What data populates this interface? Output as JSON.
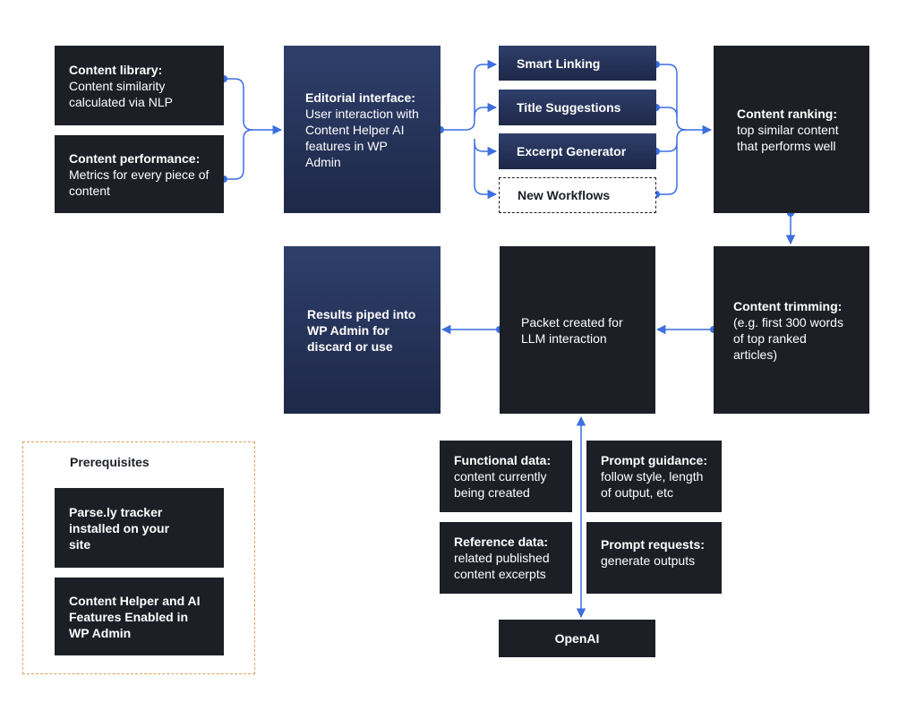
{
  "nodes": {
    "content_library": {
      "title": "Content library:",
      "desc": "Content similarity calculated via NLP"
    },
    "content_performance": {
      "title": "Content performance:",
      "desc": "Metrics for every piece of content"
    },
    "editorial_interface": {
      "title": "Editorial interface:",
      "desc": "User interaction with Content Helper AI features in WP Admin"
    },
    "smart_linking": {
      "label": "Smart Linking"
    },
    "title_suggestions": {
      "label": "Title Suggestions"
    },
    "excerpt_generator": {
      "label": "Excerpt Generator"
    },
    "new_workflows": {
      "label": "New Workflows"
    },
    "content_ranking": {
      "title": "Content ranking:",
      "desc": "top similar content that performs well"
    },
    "content_trimming": {
      "title": "Content trimming:",
      "desc": "(e.g. first 300 words of top ranked articles)"
    },
    "packet": {
      "desc": "Packet created for LLM interaction"
    },
    "results": {
      "title": "Results piped into WP Admin for discard or use"
    },
    "functional_data": {
      "title": "Functional data:",
      "desc": "content currently being created"
    },
    "prompt_guidance": {
      "title": "Prompt guidance:",
      "desc": "follow style, length of output, etc"
    },
    "reference_data": {
      "title": "Reference data:",
      "desc": "related published content excerpts"
    },
    "prompt_requests": {
      "title": "Prompt requests:",
      "desc": "generate outputs"
    },
    "openai": {
      "label": "OpenAI"
    }
  },
  "prerequisites": {
    "title": "Prerequisites",
    "items": [
      "Parse.ly tracker installed on your site",
      "Content Helper and AI Features Enabled in WP Admin"
    ]
  },
  "colors": {
    "dark_box": "#1c1f26",
    "blue_box": "#2b3a64",
    "connector": "#3c6ee0",
    "prereq_border": "#e0a061"
  }
}
